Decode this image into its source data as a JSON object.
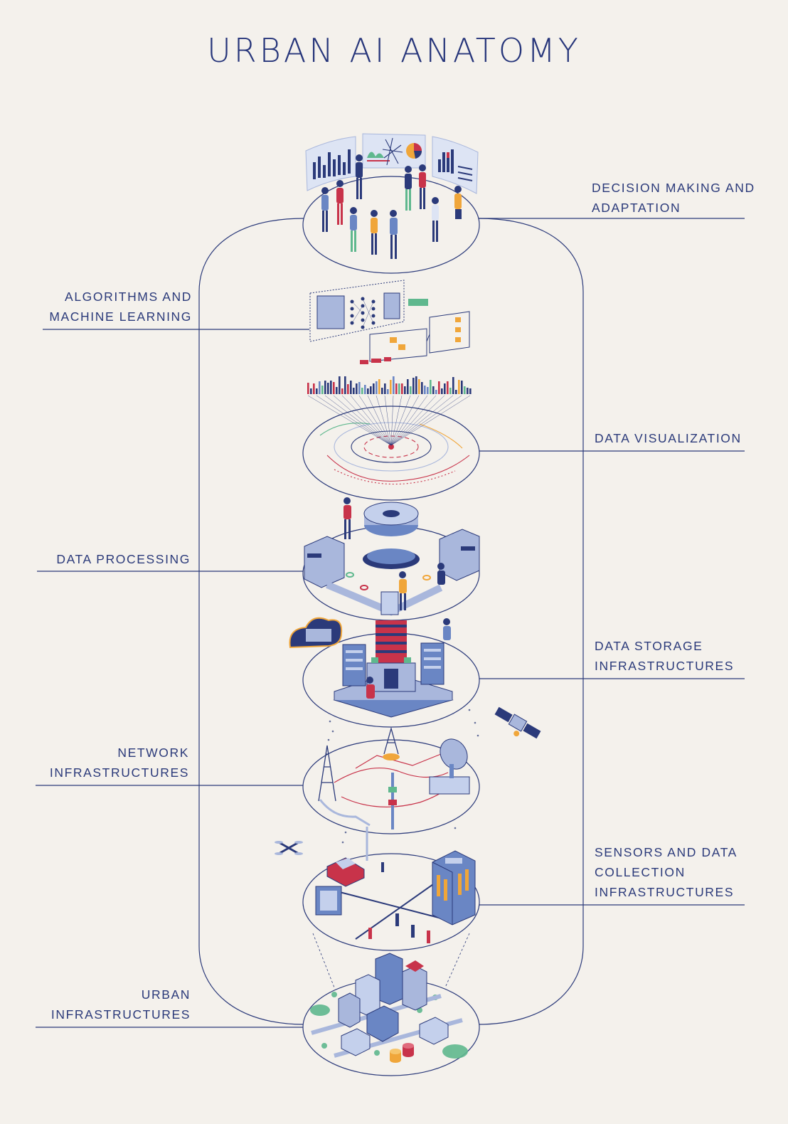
{
  "title": "URBAN AI ANATOMY",
  "layers": {
    "decision": [
      "DECISION MAKING AND",
      "ADAPTATION"
    ],
    "algorithms": [
      "ALGORITHMS AND",
      "MACHINE LEARNING"
    ],
    "visualization": [
      "DATA VISUALIZATION"
    ],
    "processing": [
      "DATA PROCESSING"
    ],
    "storage": [
      "DATA STORAGE",
      "INFRASTRUCTURES"
    ],
    "network": [
      "NETWORK",
      "INFRASTRUCTURES"
    ],
    "sensors": [
      "SENSORS AND DATA",
      "COLLECTION",
      "INFRASTRUCTURES"
    ],
    "urban": [
      "URBAN",
      "INFRASTRUCTURES"
    ]
  },
  "colors": {
    "navy": "#2b3a7a",
    "light": "#a9b7dc",
    "red": "#c8334a",
    "orange": "#f0a63a",
    "green": "#5fb88e",
    "background": "#f4f1ec"
  }
}
